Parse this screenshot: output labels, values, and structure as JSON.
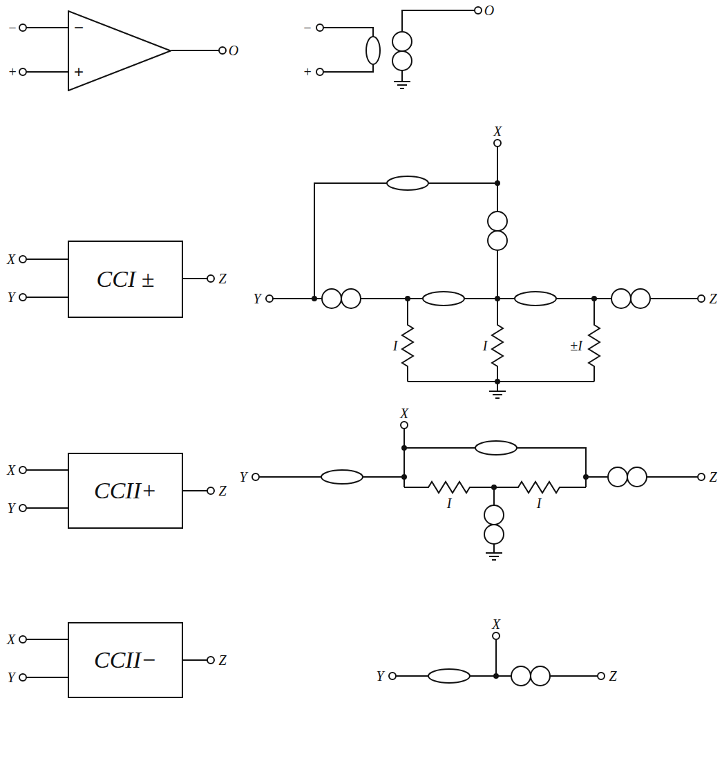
{
  "diagram": {
    "nodes": [
      {
        "text": [
          "−",
          "+"
        ]
      },
      {
        "text": [
          "CCI ±"
        ]
      },
      {
        "text": [
          "CCII+"
        ]
      },
      {
        "text": [
          "CCII−"
        ]
      }
    ],
    "labels": [
      "−",
      "+",
      "O",
      "−",
      "+",
      "O",
      "X",
      "Y",
      "Z",
      "X",
      "Y",
      "Z",
      "I",
      "I",
      "±I",
      "X",
      "Y",
      "Z",
      "X",
      "Y",
      "Z",
      "I",
      "I",
      "X",
      "Y",
      "Z",
      "X",
      "Y",
      "Z"
    ]
  }
}
